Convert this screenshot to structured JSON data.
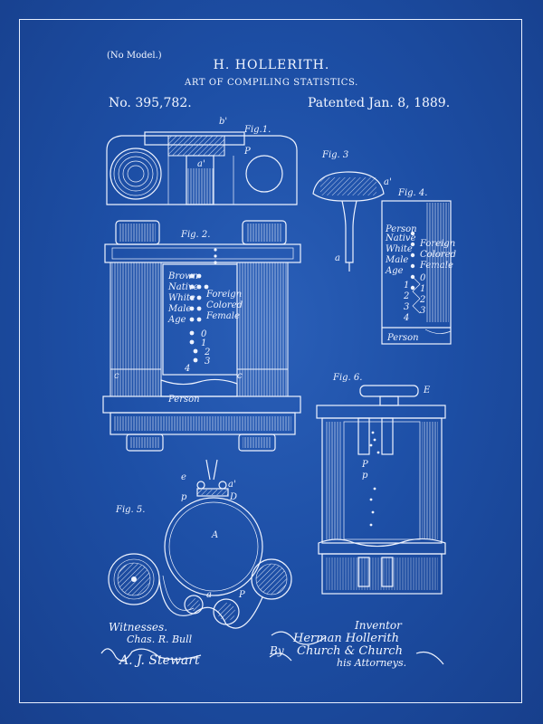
{
  "sheet": {
    "no_model": "(No Model.)",
    "inventor": "H. HOLLERITH.",
    "title": "ART OF COMPILING STATISTICS.",
    "patent_no": "No. 395,782.",
    "patent_date": "Patented Jan. 8, 1889."
  },
  "figures": {
    "fig1": "Fig.1.",
    "fig2": "Fig. 2.",
    "fig3": "Fig. 3",
    "fig4": "Fig. 4.",
    "fig5": "Fig. 5.",
    "fig6": "Fig. 6."
  },
  "card_rows": {
    "left": [
      "Brown",
      "Native",
      "White",
      "Male",
      "Age"
    ],
    "right": [
      "Foreign",
      "Colored",
      "Female"
    ],
    "numbers_a": [
      "0",
      "1",
      "2",
      "3",
      "4"
    ],
    "numbers_b": [
      "0",
      "1",
      "2",
      "3"
    ],
    "person": "Person"
  },
  "refs": {
    "b_prime": "b'",
    "a_prime": "a'",
    "c": "c",
    "e": "e",
    "E": "E",
    "A": "A",
    "P": "P",
    "p": "p",
    "D": "D",
    "a": "a"
  },
  "signatures": {
    "witnesses": "Witnesses.",
    "witness1": "Chas. R. Bull",
    "witness2": "A. J. Stewart",
    "inventor_label": "Inventor",
    "inventor_sig": "Herman Hollerith",
    "by": "By",
    "attorneys_sig": "Church & Church",
    "attorneys": "his Attorneys."
  },
  "colors": {
    "background": "#1d4fa6",
    "ink": "#eef3ff"
  }
}
